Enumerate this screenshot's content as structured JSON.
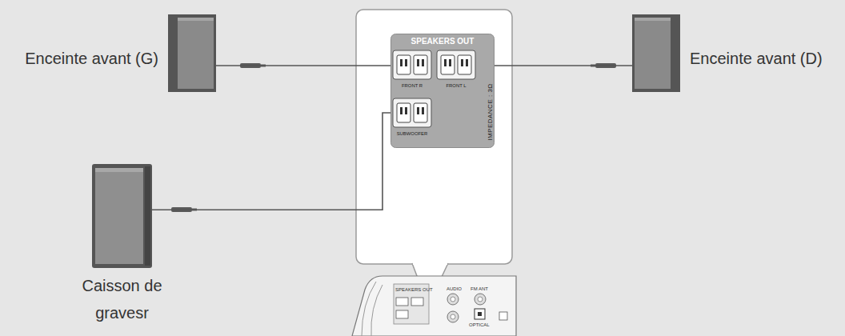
{
  "diagram": {
    "nodes": [
      {
        "text": [
          "Enceinte avant (G)"
        ]
      },
      {
        "text": [
          "SPEAKERS OUT",
          "IMPEDANCE : 3Ω"
        ]
      },
      {
        "text": [
          "FRONT R"
        ],
        "in": 1
      },
      {
        "text": [
          "FRONT L"
        ],
        "in": 1
      },
      {
        "text": [
          "SUBWOOFER"
        ],
        "in": 1
      },
      {
        "text": [
          "Enceinte avant (D)"
        ]
      },
      {
        "text": [
          "Caisson de gravesr"
        ]
      }
    ],
    "edges": [
      {
        "from": 0,
        "to": 2,
        "arrow": "none"
      },
      {
        "from": 5,
        "to": 3,
        "arrow": "none"
      },
      {
        "from": 6,
        "to": 4,
        "arrow": "none"
      }
    ],
    "labels": [
      "SPEAKERS OUT",
      "AUDIO",
      "FM ANT",
      "OPTICAL"
    ]
  }
}
